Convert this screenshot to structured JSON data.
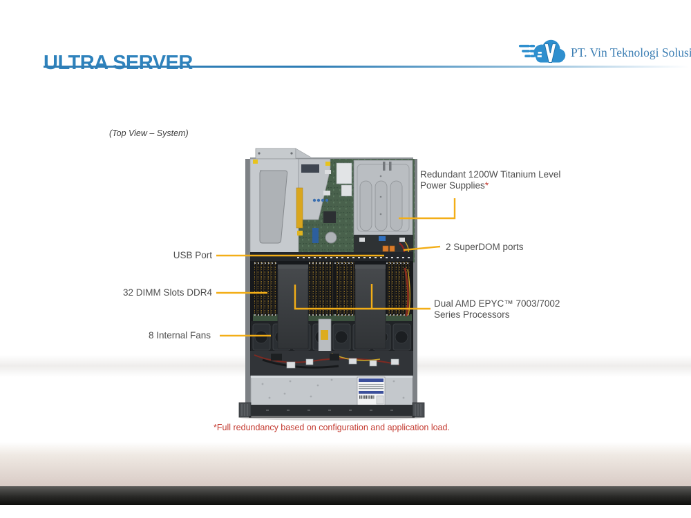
{
  "page": {
    "title": "ULTRA SERVER"
  },
  "logo": {
    "company": "PT. Vin Teknologi Solusi"
  },
  "diagram": {
    "caption": "(Top View – System)",
    "callouts": {
      "psu": {
        "line1": "Redundant 1200W Titanium Level",
        "line2": "Power Supplies",
        "footnote_marker": "*"
      },
      "superdom": {
        "label": "2 SuperDOM ports"
      },
      "usb": {
        "label": "USB Port"
      },
      "dimm": {
        "label": "32 DIMM Slots DDR4"
      },
      "epyc": {
        "line1": "Dual AMD EPYC™ 7003/7002",
        "line2": "Series Processors"
      },
      "fans": {
        "label": "8 Internal Fans"
      }
    },
    "footnote": "*Full redundancy based on configuration and application load."
  },
  "colors": {
    "accent_blue": "#2E82BC",
    "logo_blue": "#3D7FB4",
    "leader_yellow": "#F3AE17",
    "footnote_red": "#C43B31"
  }
}
